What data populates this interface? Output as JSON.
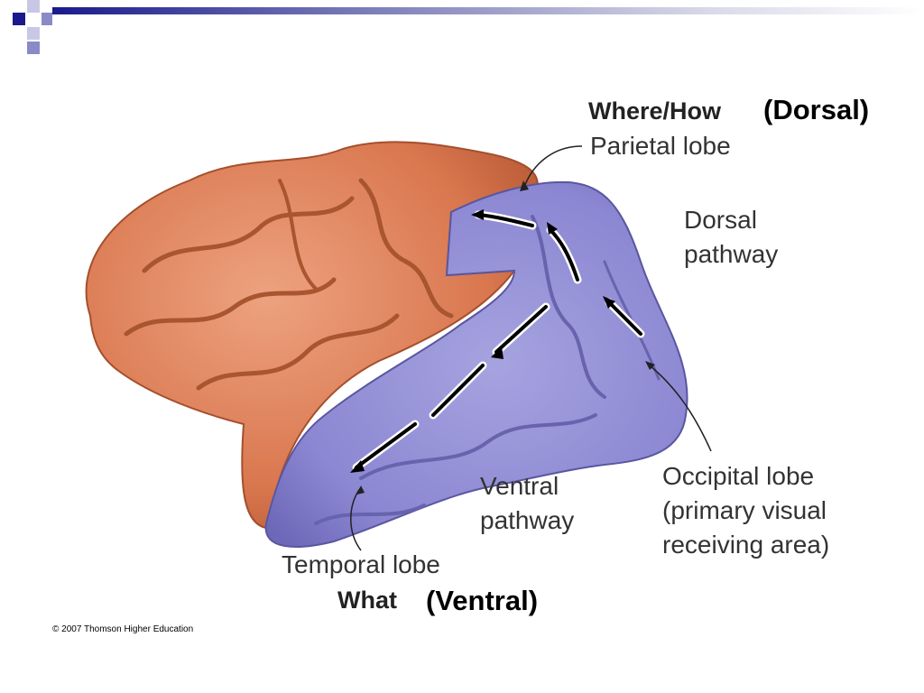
{
  "labels": {
    "where_how": "Where/How",
    "dorsal_paren": "(Dorsal)",
    "parietal": "Parietal lobe",
    "dorsal_pathway_1": "Dorsal",
    "dorsal_pathway_2": "pathway",
    "occipital_1": "Occipital lobe",
    "occipital_2": "(primary visual",
    "occipital_3": "receiving area)",
    "ventral_pathway_1": "Ventral",
    "ventral_pathway_2": "pathway",
    "temporal": "Temporal lobe",
    "what": "What",
    "ventral_paren": "(Ventral)"
  },
  "copyright": "© 2007 Thomson Higher Education",
  "colors": {
    "frontal_lobe": "#d9774f",
    "visual_lobes": "#8b87d2",
    "slide_accent": "#1a1a8c"
  }
}
